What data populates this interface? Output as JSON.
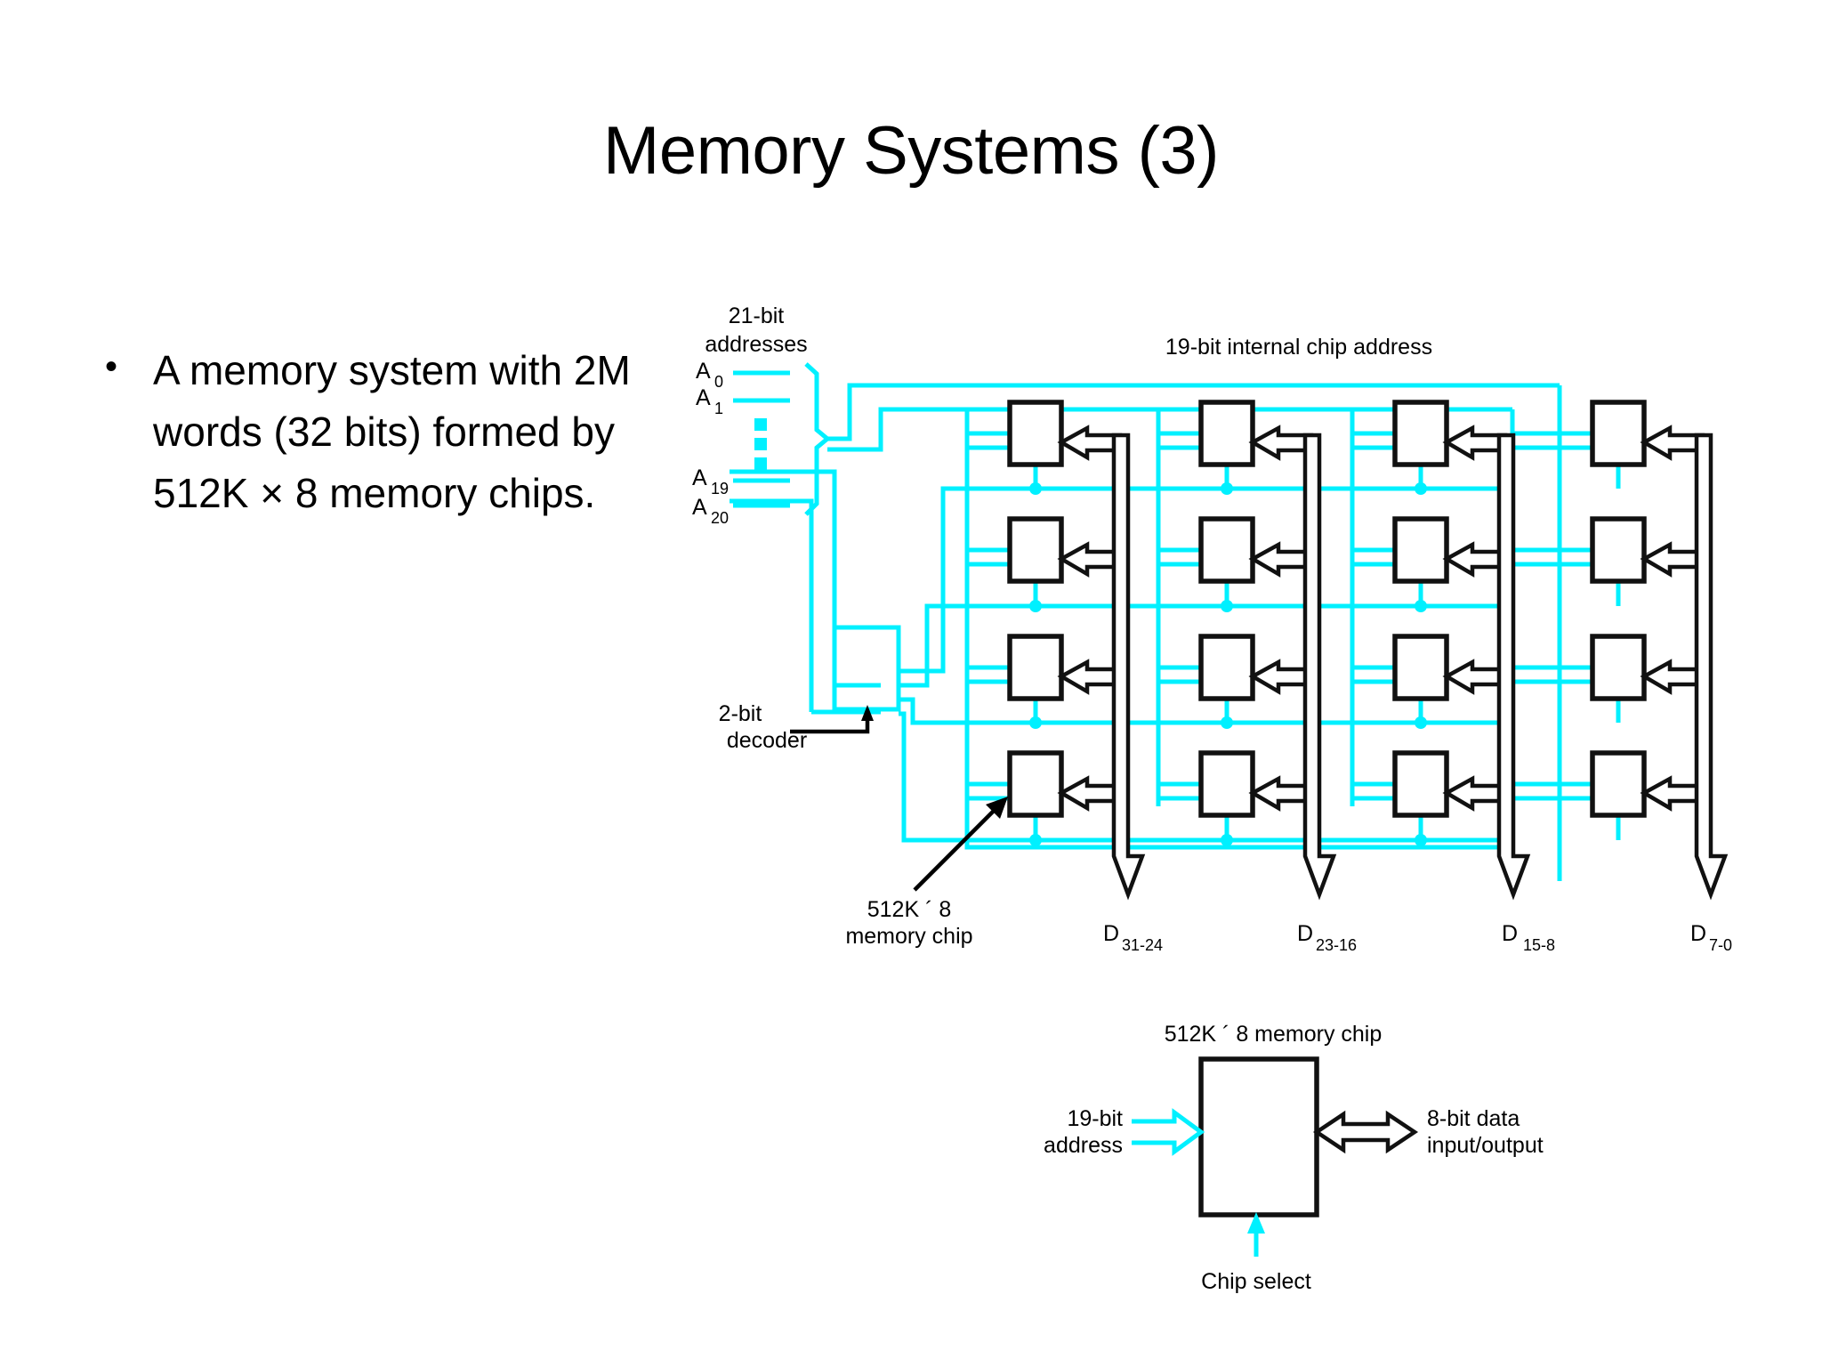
{
  "slide": {
    "title": "Memory Systems (3)",
    "background_color": "#ffffff",
    "accent_color": "#00f0ff",
    "line_color": "#111111"
  },
  "bullet": {
    "marker": "•",
    "text": "A memory system with 2M words (32 bits) formed by 512K × 8 memory chips."
  },
  "diagram": {
    "labels": {
      "addresses_title_line1": "21-bit",
      "addresses_title_line2": "addresses",
      "internal_chip_address": "19-bit internal chip address",
      "decoder_line1": "2-bit",
      "decoder_line2": "decoder",
      "memory_chip_callout_line1": "512K ´  8",
      "memory_chip_callout_line2": "memory chip"
    },
    "address_pins": [
      {
        "name": "A",
        "sub": "0"
      },
      {
        "name": "A",
        "sub": "1"
      },
      {
        "name": "A",
        "sub": "19"
      },
      {
        "name": "A",
        "sub": "20"
      }
    ],
    "data_buses": [
      {
        "name": "D",
        "sub": "31-24"
      },
      {
        "name": "D",
        "sub": "23-16"
      },
      {
        "name": "D",
        "sub": "15-8"
      },
      {
        "name": "D",
        "sub": "7-0"
      }
    ],
    "grid": {
      "columns": 4,
      "rows": 4,
      "total_chips": 16
    }
  },
  "detail": {
    "title": "512K ´  8 memory chip",
    "address_label_line1": "19-bit",
    "address_label_line2": "address",
    "data_label_line1": "8-bit data",
    "data_label_line2": "input/output",
    "chip_select_label": "Chip select"
  }
}
